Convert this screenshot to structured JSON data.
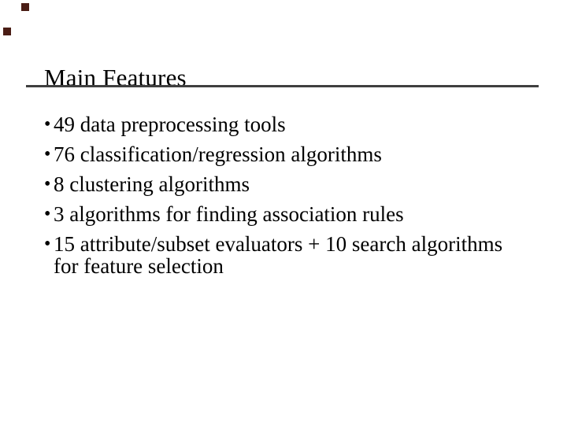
{
  "slide": {
    "title": "Main Features",
    "bullet_char": "•",
    "bullets": [
      {
        "text": "49 data preprocessing tools"
      },
      {
        "text": "76 classification/regression algorithms"
      },
      {
        "text": "8 clustering algorithms"
      },
      {
        "text": "3 algorithms for finding association rules"
      },
      {
        "text": "15 attribute/subset evaluators + 10 search algorithms",
        "text2": "for feature selection"
      }
    ],
    "colors": {
      "background": "#ffffff",
      "text": "#000000",
      "rule": "#3f3f3f",
      "accent_square": "#4a1d15"
    }
  }
}
